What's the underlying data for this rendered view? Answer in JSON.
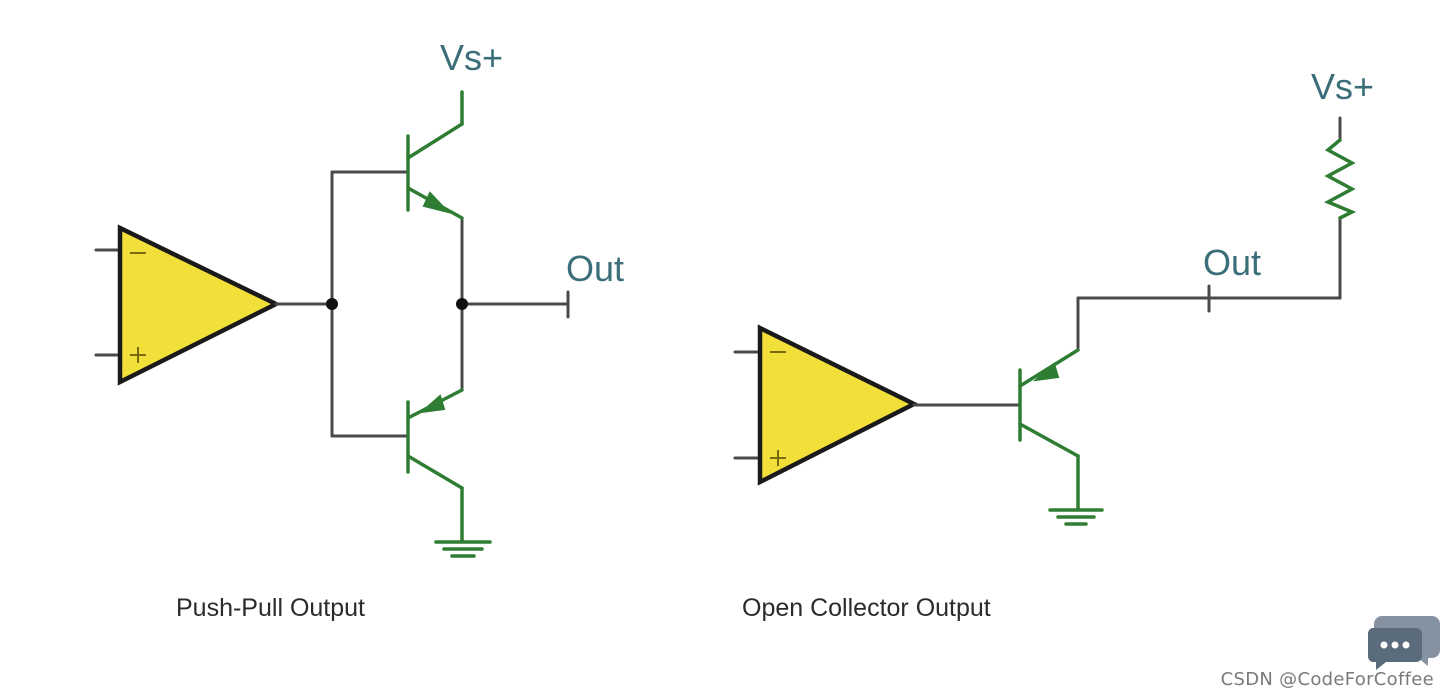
{
  "left_circuit": {
    "supply_label": "Vs+",
    "output_label": "Out",
    "caption": "Push-Pull Output"
  },
  "right_circuit": {
    "supply_label": "Vs+",
    "output_label": "Out",
    "caption": "Open Collector Output"
  },
  "watermark": {
    "text": "CSDN @CodeForCoffee"
  },
  "colors": {
    "amplifier_fill": "#f2df3a",
    "transistor": "#2e7d32",
    "wire": "#4a4a4a",
    "label": "#3a6e78"
  }
}
